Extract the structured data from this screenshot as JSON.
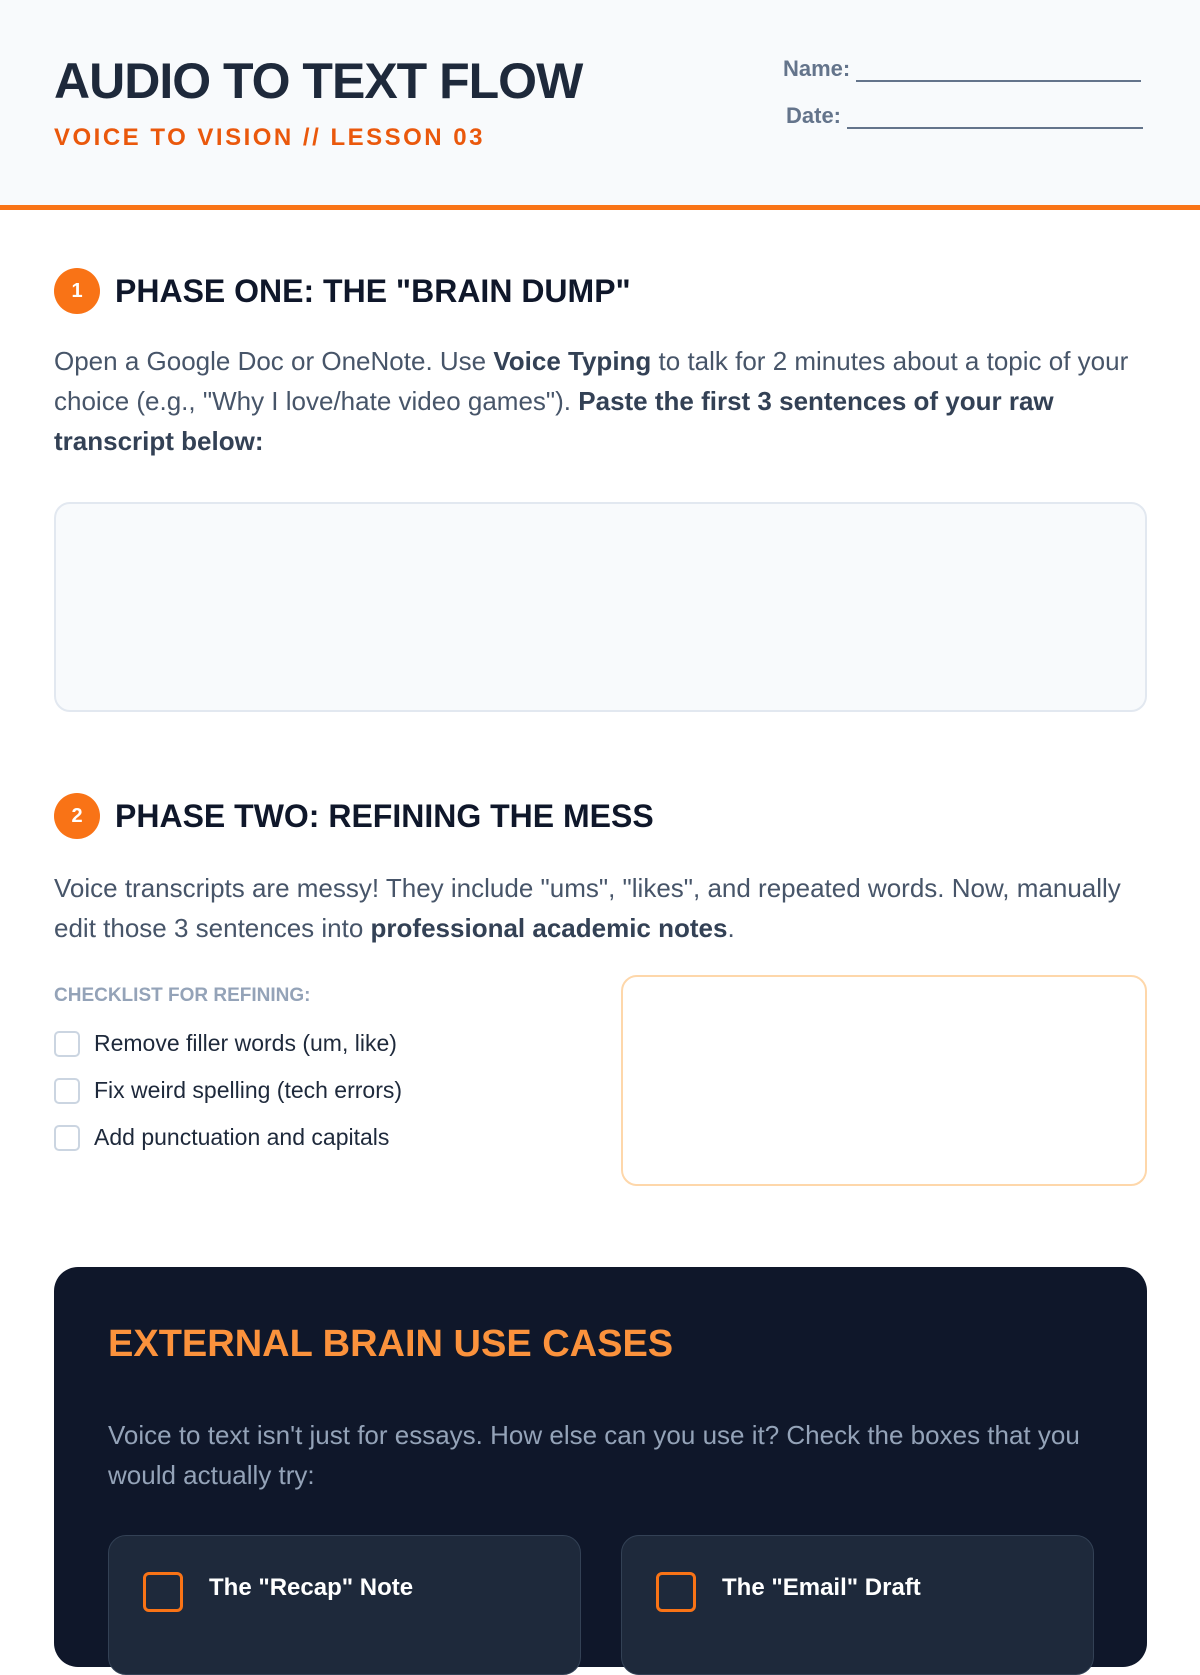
{
  "header": {
    "title": "AUDIO TO TEXT FLOW",
    "subtitle": "VOICE TO VISION // LESSON 03",
    "name_label": "Name:",
    "date_label": "Date:"
  },
  "phase1": {
    "number": "1",
    "title": "PHASE ONE: THE \"BRAIN DUMP\"",
    "text_1": "Open a Google Doc or OneNote. Use ",
    "bold_1": "Voice Typing",
    "text_2": " to talk for 2 minutes about a topic of your choice (e.g., \"Why I love/hate video games\"). ",
    "bold_2": "Paste the first 3 sentences of your raw transcript below:"
  },
  "phase2": {
    "number": "2",
    "title": "PHASE TWO: REFINING THE MESS",
    "text_1": "Voice transcripts are messy! They include \"ums\", \"likes\", and repeated words. Now, manually edit those 3 sentences into ",
    "bold_1": "professional academic notes",
    "text_2": ".",
    "checklist_label": "CHECKLIST FOR REFINING:",
    "checklist": [
      "Remove filler words (um, like)",
      "Fix weird spelling (tech errors)",
      "Add punctuation and capitals"
    ]
  },
  "use_cases": {
    "title": "EXTERNAL BRAIN USE CASES",
    "text": "Voice to text isn't just for essays. How else can you use it? Check the boxes that you would actually try:",
    "cards": [
      "The \"Recap\" Note",
      "The \"Email\" Draft"
    ]
  },
  "colors": {
    "accent": "#f97316",
    "dark": "#0f172a"
  }
}
